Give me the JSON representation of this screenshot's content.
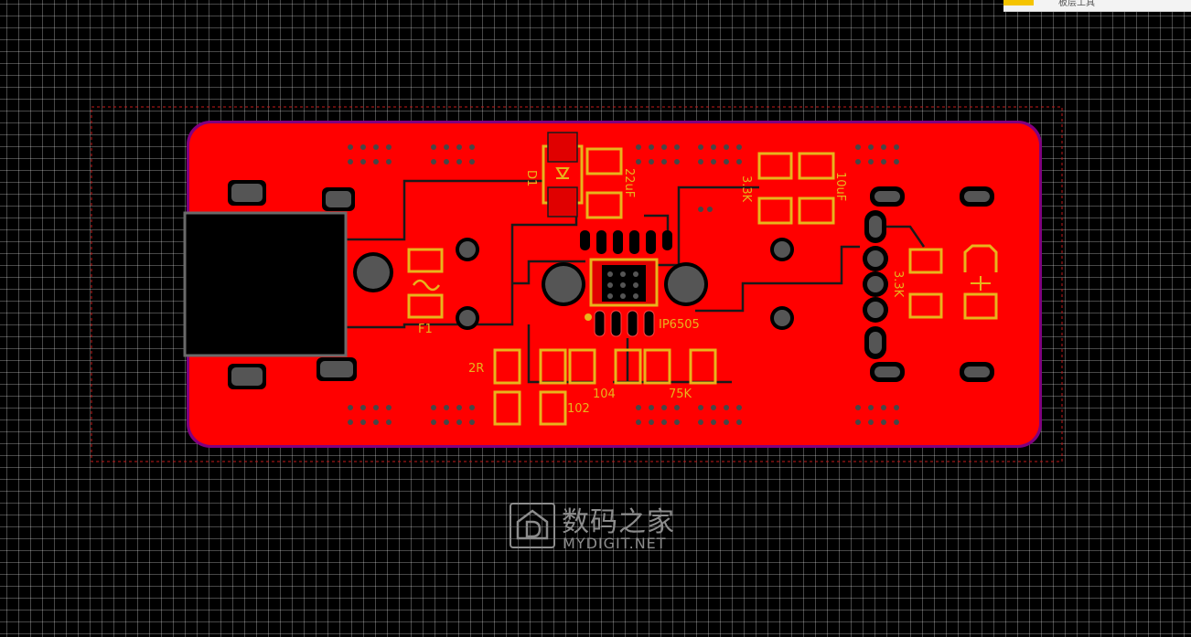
{
  "toolbar_strip": {
    "text": "板层工具"
  },
  "colors": {
    "background": "#000000",
    "grid": "#ffffff",
    "top_copper": "#ff0000",
    "board_outline": "#800080",
    "silkscreen": "#e8b41c",
    "pad": "#4a4a4a",
    "keepout": "#c41a1a"
  },
  "components": {
    "d1": "D1",
    "c_22uf": "22uF",
    "r_3k3_a": "3.3K",
    "c_10uf": "10uF",
    "f1": "F1",
    "ic": "IP6505",
    "r_2r": "2R",
    "c_104": "104",
    "r_75k": "75K",
    "c_102": "102",
    "r_3k3_b": "3.3K"
  },
  "watermark": {
    "title": "数码之家",
    "subtitle": "MYDIGIT.NET"
  }
}
